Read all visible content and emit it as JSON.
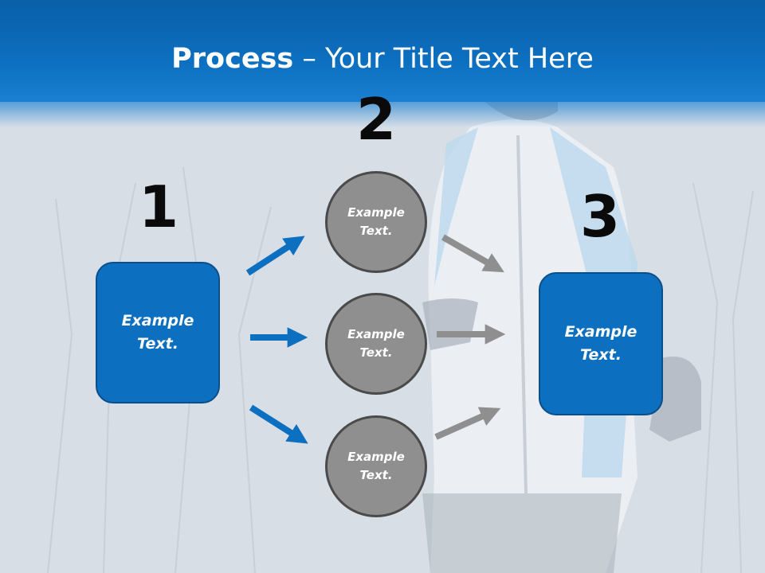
{
  "title": {
    "bold": "Process",
    "rest": " – Your Title Text Here"
  },
  "steps": {
    "one": {
      "number": "1",
      "box": [
        "Example",
        "Text."
      ]
    },
    "two": {
      "number": "2",
      "circles": [
        [
          "Example",
          "Text."
        ],
        [
          "Example",
          "Text."
        ],
        [
          "Example",
          "Text."
        ]
      ]
    },
    "three": {
      "number": "3",
      "box": [
        "Example",
        "Text."
      ]
    }
  },
  "colors": {
    "header": "#0c6fc0",
    "box": "#0d6fc0",
    "circle": "#8f8f8f",
    "arrow_blue": "#0d6fc0",
    "arrow_gray": "#8f8f8f"
  }
}
